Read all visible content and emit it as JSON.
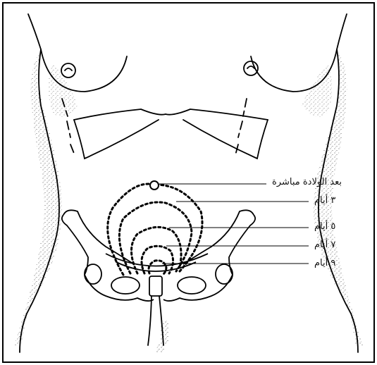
{
  "labels": {
    "immediately_after": "بعد الولادة مباشرة",
    "day3": "٣ أيام",
    "day5": "٥ أيام",
    "day7": "٧ أيام",
    "day9": "٩ أيام"
  }
}
